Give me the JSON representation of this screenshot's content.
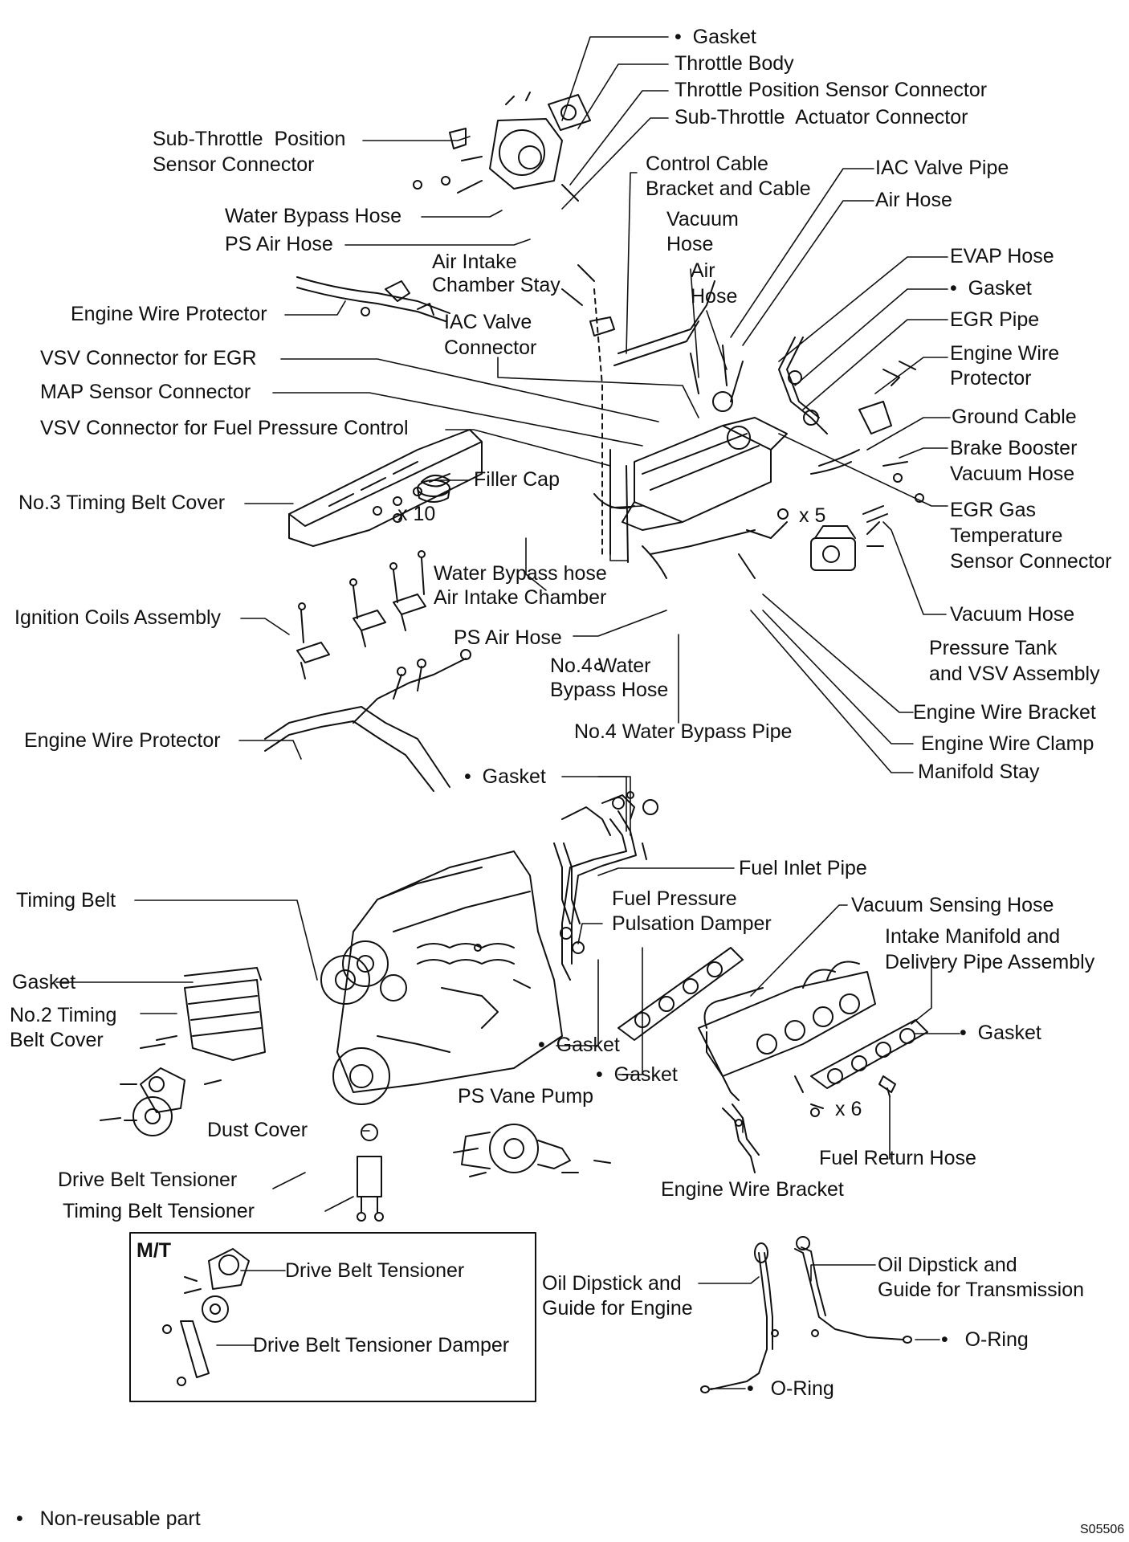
{
  "labels": {
    "gasket_top": "•  Gasket",
    "throttle_body": "Throttle Body",
    "tps_connector": "Throttle Position Sensor Connector",
    "sub_throttle_actuator": "Sub-Throttle  Actuator Connector",
    "sub_tps_connector_1": "Sub-Throttle  Position",
    "sub_tps_connector_2": "Sensor Connector",
    "water_bypass_hose_top": "Water Bypass Hose",
    "ps_air_hose_top": "PS Air Hose",
    "air_intake_chamber_stay_1": "Air Intake",
    "air_intake_chamber_stay_2": "Chamber Stay",
    "control_cable_1": "Control Cable",
    "control_cable_2": "Bracket and Cable",
    "iac_valve_pipe": "IAC Valve Pipe",
    "air_hose_right": "Air Hose",
    "vacuum_hose_1": "Vacuum",
    "vacuum_hose_2": "Hose",
    "air_hose_mid_1": "Air",
    "air_hose_mid_2": "Hose",
    "evap_hose": "EVAP Hose",
    "gasket_egr": "•  Gasket",
    "egr_pipe": "EGR Pipe",
    "engine_wire_protector_right_1": "Engine Wire",
    "engine_wire_protector_right_2": "Protector",
    "ground_cable": "Ground Cable",
    "brake_booster_1": "Brake Booster",
    "brake_booster_2": "Vacuum Hose",
    "egr_gas_temp_1": "EGR Gas",
    "egr_gas_temp_2": "Temperature",
    "egr_gas_temp_3": "Sensor Connector",
    "engine_wire_protector_top": "Engine Wire Protector",
    "iac_valve_connector_1": "IAC Valve",
    "iac_valve_connector_2": "Connector",
    "vsv_egr": "VSV Connector for EGR",
    "map_sensor": "MAP Sensor Connector",
    "vsv_fuel": "VSV Connector for Fuel Pressure Control",
    "filler_cap": "Filler Cap",
    "timing_belt_cover_3": "No.3 Timing Belt Cover",
    "x10": "x 10",
    "x5": "x 5",
    "water_bypass_hose_mid": "Water Bypass hose",
    "air_intake_chamber": "Air Intake Chamber",
    "ignition_coils": "Ignition Coils Assembly",
    "vacuum_hose_right": "Vacuum Hose",
    "pressure_tank_1": "Pressure Tank",
    "pressure_tank_2": "and VSV Assembly",
    "ps_air_hose_mid": "PS Air Hose",
    "no4_water_bypass_hose_1": "No.4 Water",
    "no4_water_bypass_hose_2": "Bypass Hose",
    "engine_wire_bracket_top": "Engine Wire Bracket",
    "engine_wire_clamp": "Engine Wire Clamp",
    "no4_water_bypass_pipe": "No.4 Water Bypass Pipe",
    "manifold_stay": "Manifold Stay",
    "engine_wire_protector_left": "Engine Wire Protector",
    "gasket_fuel_inlet": "•  Gasket",
    "fuel_inlet_pipe": "Fuel Inlet Pipe",
    "timing_belt": "Timing Belt",
    "fuel_pulsation_1": "Fuel Pressure",
    "fuel_pulsation_2": "Pulsation Damper",
    "vacuum_sensing_hose": "Vacuum Sensing Hose",
    "intake_manifold_1": "Intake Manifold and",
    "intake_manifold_2": "Delivery Pipe Assembly",
    "gasket_left": "Gasket",
    "timing_belt_cover_2_1": "No.2 Timing",
    "timing_belt_cover_2_2": "Belt Cover",
    "gasket_pulsation": "•  Gasket",
    "gasket_manifold_left": "•  Gasket",
    "gasket_manifold_right": "•  Gasket",
    "ps_vane_pump": "PS Vane Pump",
    "x6": "x 6",
    "dust_cover": "Dust Cover",
    "fuel_return_hose": "Fuel Return Hose",
    "drive_belt_tensioner": "Drive Belt Tensioner",
    "engine_wire_bracket_bottom": "Engine Wire Bracket",
    "timing_belt_tensioner": "Timing Belt Tensioner",
    "mt": "M/T",
    "mt_drive_belt_tensioner": "Drive Belt Tensioner",
    "mt_drive_belt_damper": "Drive Belt Tensioner Damper",
    "oil_dipstick_engine_1": "Oil Dipstick and",
    "oil_dipstick_engine_2": "Guide for Engine",
    "oil_dipstick_trans_1": "Oil Dipstick and",
    "oil_dipstick_trans_2": "Guide for Transmission",
    "oring_right": "•   O-Ring",
    "oring_bottom": "•   O-Ring",
    "legend": "•   Non-reusable part",
    "figure_code": "S05506"
  },
  "line_color": "#111111"
}
